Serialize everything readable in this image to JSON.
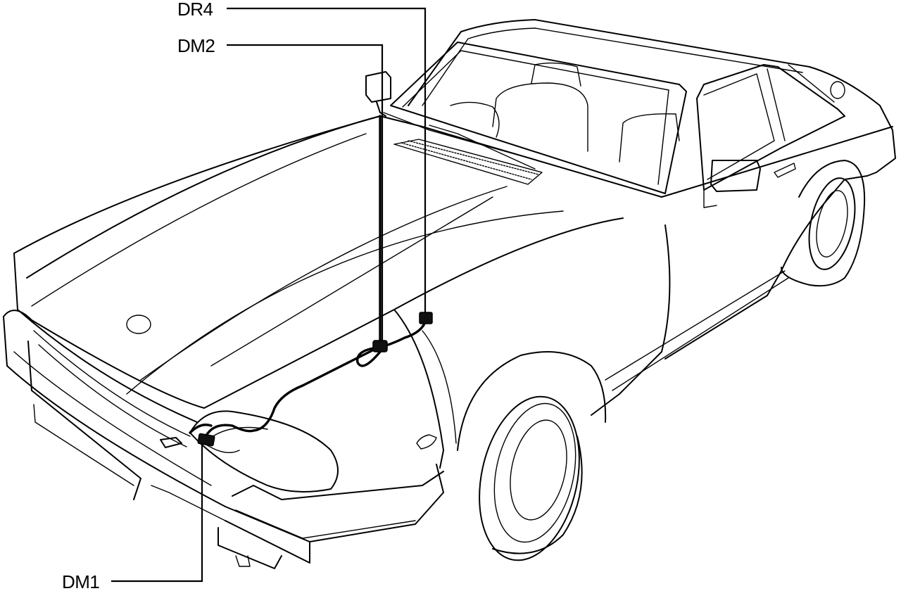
{
  "callouts": [
    {
      "id": "DR4",
      "label": "DR4"
    },
    {
      "id": "DM2",
      "label": "DM2"
    },
    {
      "id": "DM1",
      "label": "DM1"
    }
  ]
}
